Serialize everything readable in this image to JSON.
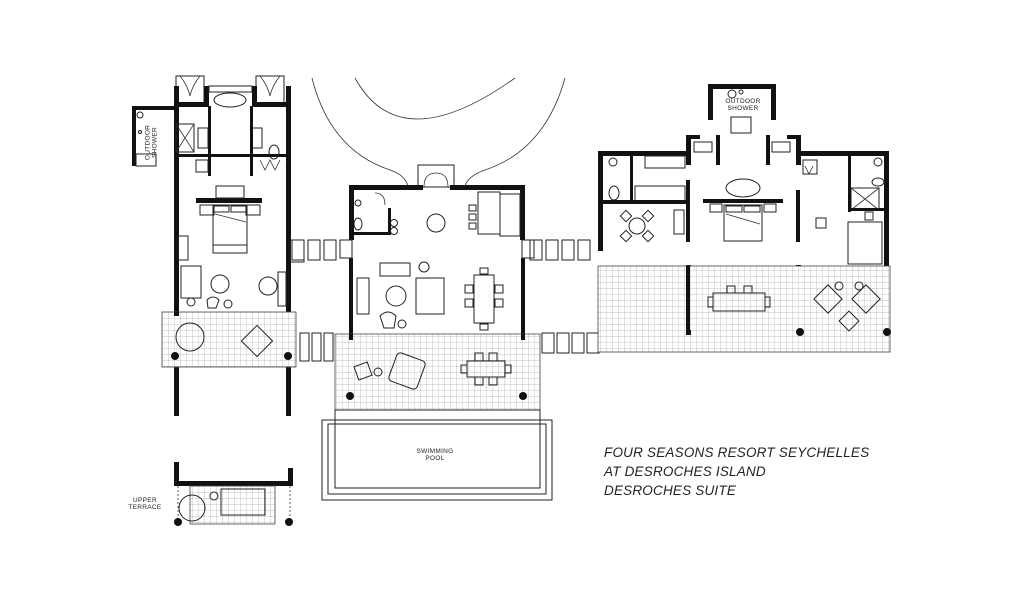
{
  "title": {
    "line1": "FOUR SEASONS RESORT SEYCHELLES",
    "line2": "AT DESROCHES ISLAND",
    "line3": "DESROCHES SUITE"
  },
  "labels": {
    "outdoor_shower_left": "OUTDOOR SHOWER",
    "outdoor_shower_right_1": "OUTDOOR",
    "outdoor_shower_right_2": "SHOWER",
    "pool_1": "SWIMMING",
    "pool_2": "POOL",
    "upper_terrace_1": "UPPER",
    "upper_terrace_2": "TERRACE"
  },
  "colors": {
    "wall": "#111111",
    "line": "#222222",
    "background": "#ffffff"
  }
}
